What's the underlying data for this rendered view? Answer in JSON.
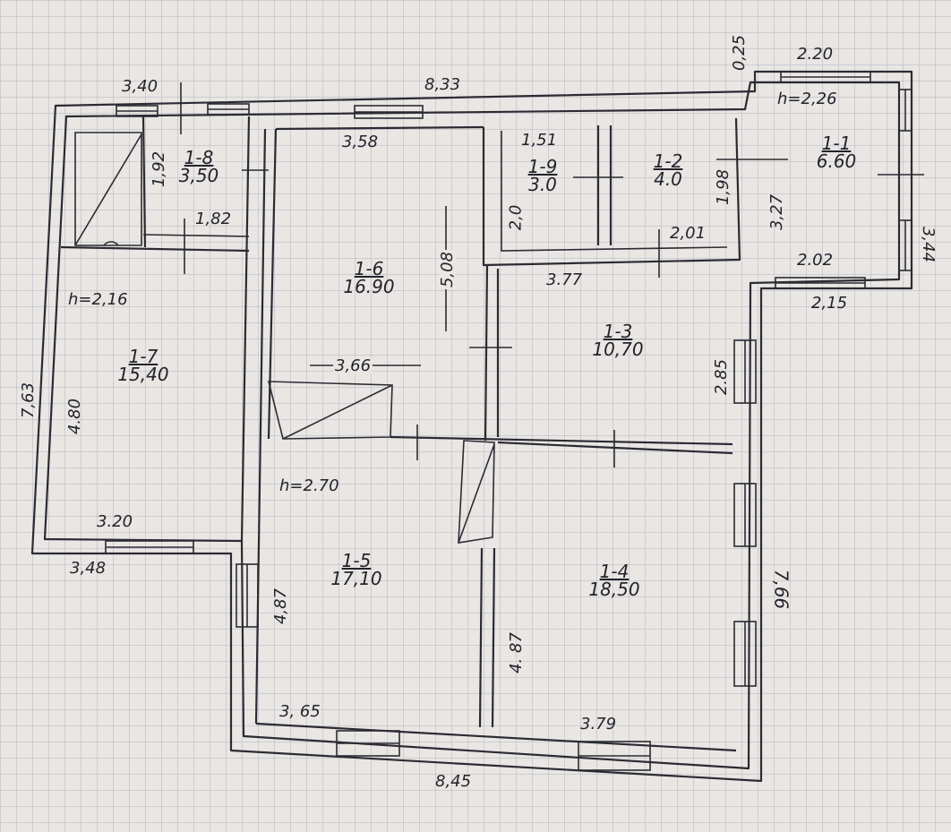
{
  "rooms": [
    {
      "id": "1-1",
      "area": "6.60"
    },
    {
      "id": "1-2",
      "area": "4.0"
    },
    {
      "id": "1-9",
      "area": "3.0"
    },
    {
      "id": "1-8",
      "area": "3,50"
    },
    {
      "id": "1-6",
      "area": "16.90"
    },
    {
      "id": "1-7",
      "area": "15,40"
    },
    {
      "id": "1-3",
      "area": "10,70"
    },
    {
      "id": "1-5",
      "area": "17,10"
    },
    {
      "id": "1-4",
      "area": "18,50"
    }
  ],
  "heights": {
    "annex": "h=2,26",
    "left_wing": "h=2,16",
    "main": "h=2.70"
  },
  "dimensions": {
    "top_total": "8,33",
    "top_left": "3,40",
    "annex_top": "2.20",
    "annex_offset": "0,25",
    "annex_right": "3,44",
    "annex_bottom": "2,15",
    "annex_inner_bottom": "2.02",
    "annex_inner_left": "3,27",
    "room_1_6_top": "3,58",
    "room_1_6_width": "3,66",
    "room_1_6_height": "5,08",
    "room_1_9_top": "1,51",
    "room_1_9_side": "2,0",
    "room_1_2_bottom": "2,01",
    "room_1_2_side": "1,98",
    "room_1_8_side": "1,92",
    "room_1_8_bottom": "1,82",
    "room_1_3_top": "3.77",
    "room_1_3_side": "2.85",
    "room_1_7_bottom": "3.20",
    "room_1_7_side": "4.80",
    "left_total": "7,63",
    "left_wing_bottom": "3,48",
    "room_1_5_side": "4,87",
    "room_1_5_bottom": "3, 65",
    "room_1_4_side": "4. 87",
    "room_1_4_bottom": "3.79",
    "right_total": "7,66",
    "bottom_total": "8,45"
  }
}
